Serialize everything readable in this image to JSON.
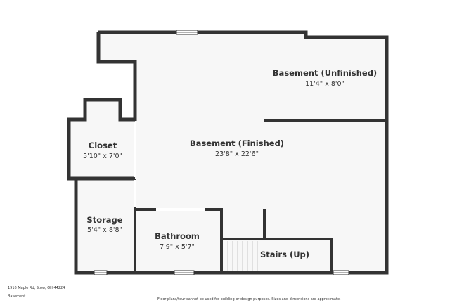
{
  "colors": {
    "wall": "#333333",
    "floor": "#f7f7f7",
    "window": "#ffffff",
    "stairs": "#d0d0d0"
  },
  "rooms": [
    {
      "name": "Basement (Unfinished)",
      "dims": "11'4\" x 8'0\""
    },
    {
      "name": "Basement (Finished)",
      "dims": "23'8\" x 22'6\""
    },
    {
      "name": "Closet",
      "dims": "5'10\" x 7'0\""
    },
    {
      "name": "Storage",
      "dims": "5'4\" x 8'8\""
    },
    {
      "name": "Bathroom",
      "dims": "7'9\" x 5'7\""
    },
    {
      "name": "Stairs (Up)",
      "dims": ""
    }
  ],
  "footer": {
    "address": "1916 Maple Rd, Stow, OH 44224",
    "floor_label": "Basement",
    "disclaimer": "Floor plans/tour cannot be used for building or design purposes. Sizes and dimensions are approximate."
  }
}
